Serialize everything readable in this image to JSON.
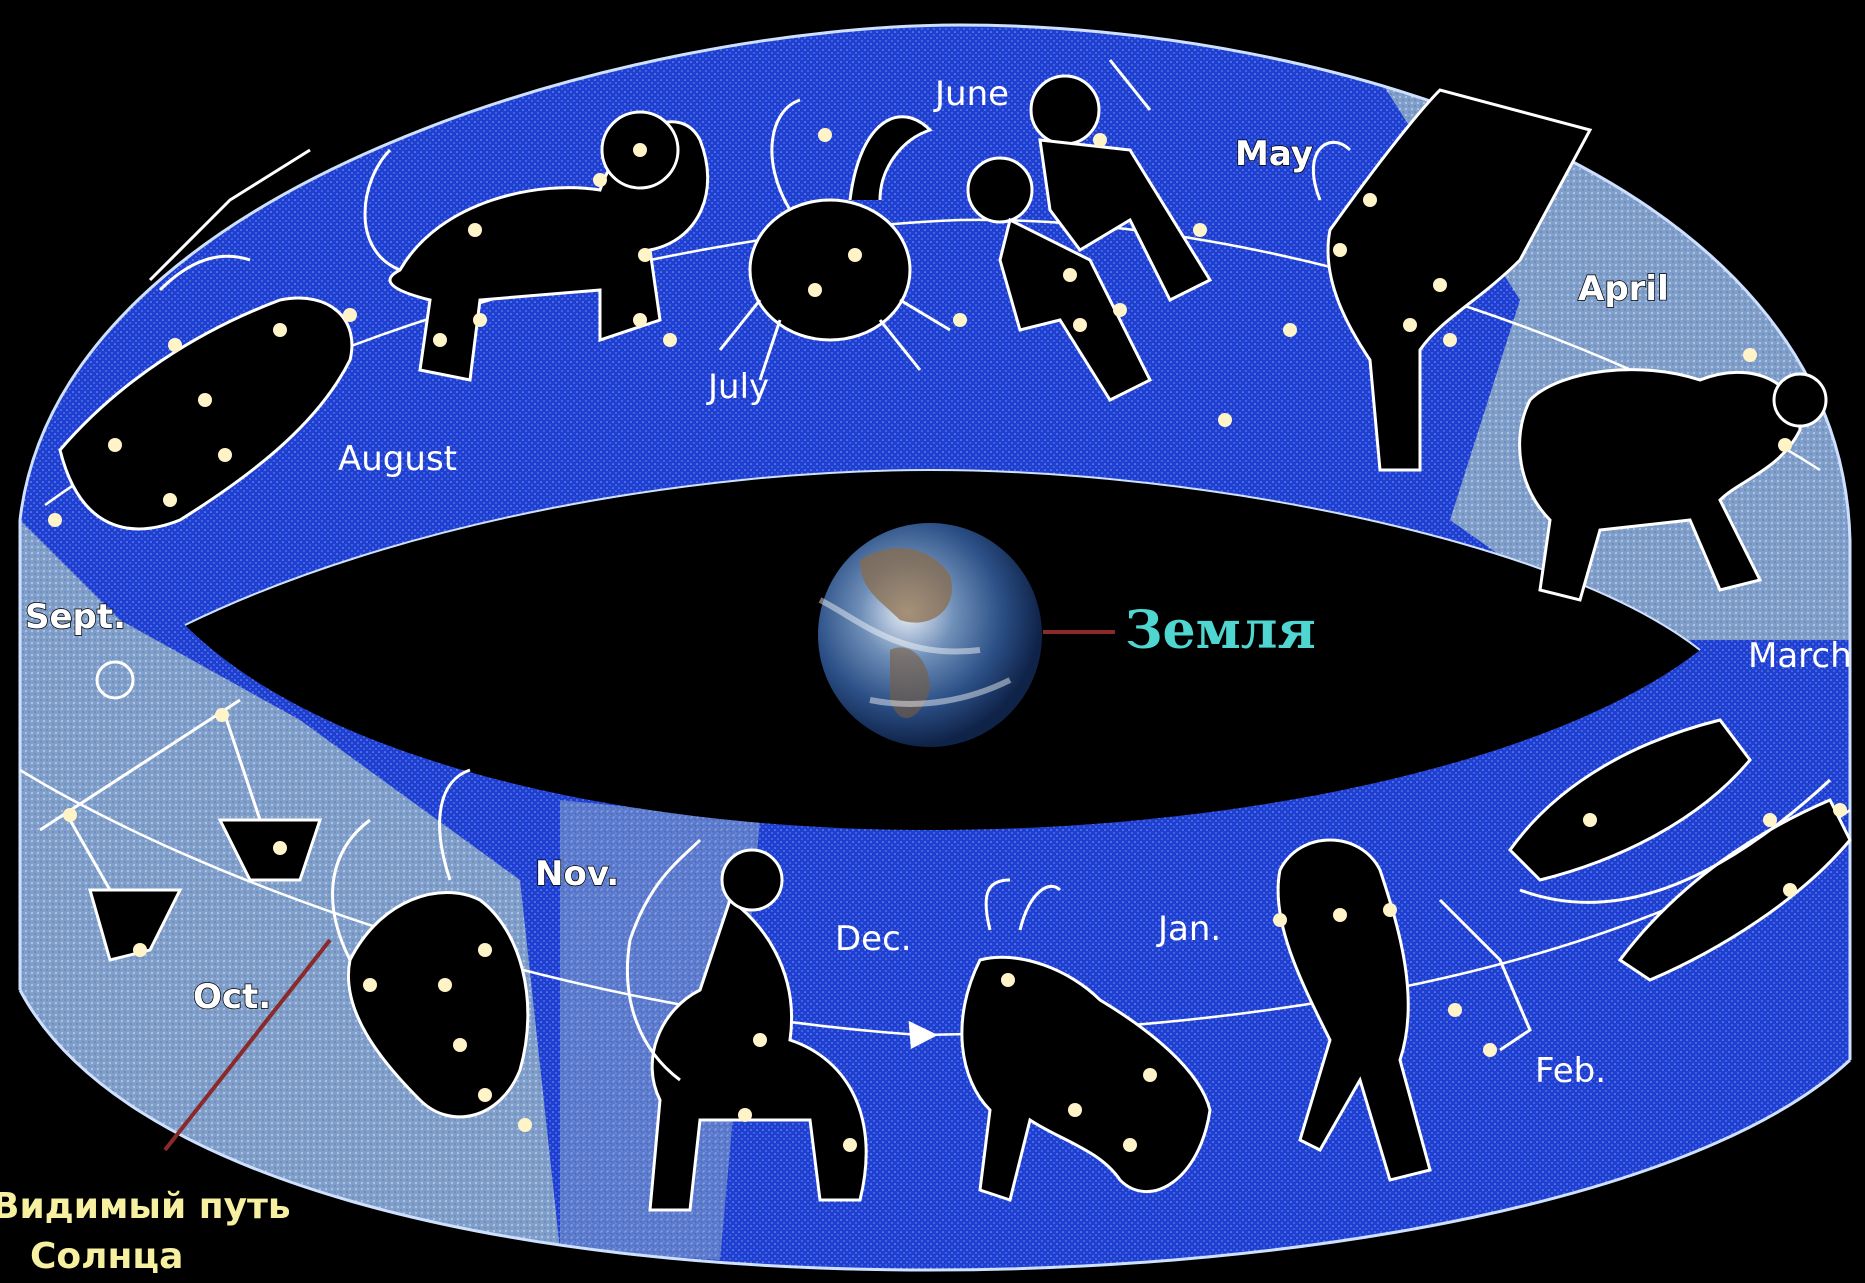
{
  "months": {
    "june": "June",
    "may": "May",
    "april": "April",
    "july": "July",
    "august": "August",
    "sept": "Sept.",
    "march": "March",
    "oct": "Oct.",
    "nov": "Nov.",
    "dec": "Dec.",
    "jan": "Jan.",
    "feb": "Feb."
  },
  "earth_label": "Земля",
  "sun_path_label": {
    "line1": "Видимый путь",
    "line2": "Солнца"
  },
  "colors": {
    "band_blue": "#1f3fd2",
    "band_light": "#86a6c8",
    "earth_label": "#4fd6d0",
    "sun_path_label": "#f7f0a0",
    "pointer": "#8a2a2a"
  }
}
